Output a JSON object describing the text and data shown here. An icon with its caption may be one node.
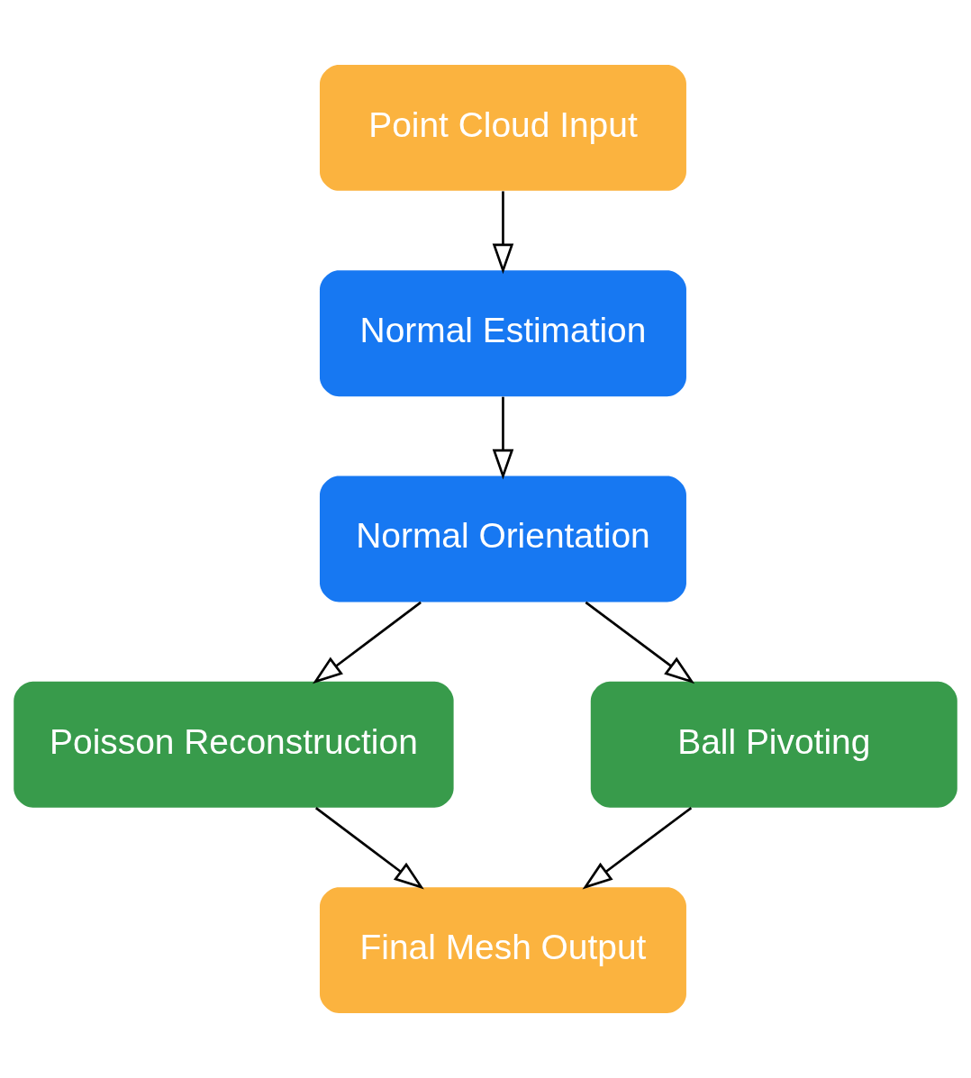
{
  "diagram": {
    "nodes": [
      {
        "text": [
          "Point Cloud Input"
        ]
      },
      {
        "text": [
          "Normal Estimation"
        ]
      },
      {
        "text": [
          "Normal Orientation"
        ]
      },
      {
        "text": [
          "Poisson Reconstruction"
        ]
      },
      {
        "text": [
          "Ball Pivoting"
        ]
      },
      {
        "text": [
          "Final Mesh Output"
        ]
      }
    ],
    "edges": [
      {
        "from": 0,
        "to": 1,
        "arrow": "to"
      },
      {
        "from": 1,
        "to": 2,
        "arrow": "to"
      },
      {
        "from": 2,
        "to": 3,
        "arrow": "to"
      },
      {
        "from": 2,
        "to": 4,
        "arrow": "to"
      },
      {
        "from": 3,
        "to": 5,
        "arrow": "to"
      },
      {
        "from": 4,
        "to": 5,
        "arrow": "to"
      }
    ]
  }
}
